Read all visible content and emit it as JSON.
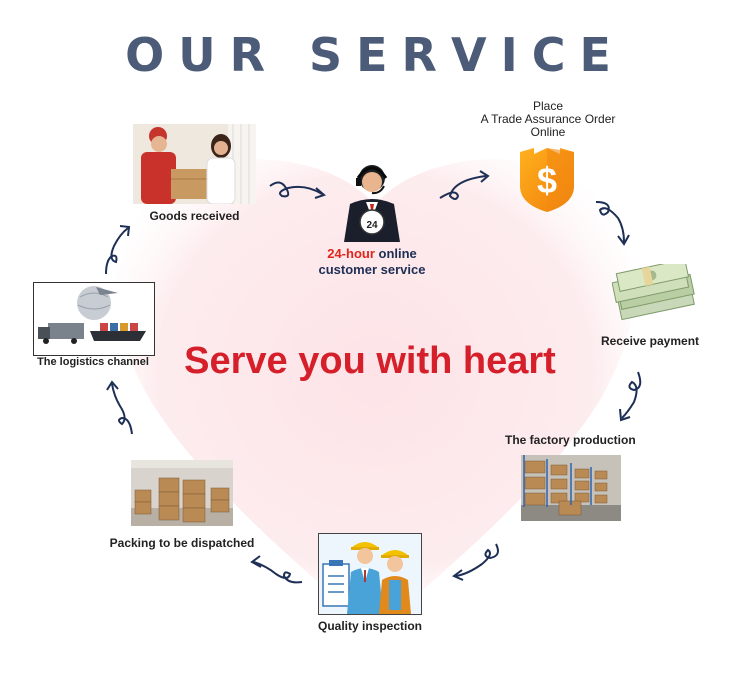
{
  "title": "OUR SERVICE",
  "tagline": "Serve you with heart",
  "steps": {
    "goods_received": "Goods received",
    "customer_service_highlight": "24-hour",
    "customer_service_rest": " online",
    "customer_service_line2": "customer service",
    "place_order_line1": "Place",
    "place_order_line2": "A Trade Assurance Order",
    "place_order_line3": "Online",
    "receive_payment": "Receive payment",
    "factory_production": "The factory production",
    "quality_inspection": "Quality inspection",
    "packing": "Packing to be dispatched",
    "logistics": "The logistics channel"
  },
  "icons": {
    "clock_badge": "24",
    "dollar_sign": "$"
  },
  "colors": {
    "title": "#4b5b78",
    "tagline": "#d51f2a",
    "heart_fill": "#fde7ea",
    "highlight": "#e1261c",
    "arrow": "#1e2f55"
  }
}
